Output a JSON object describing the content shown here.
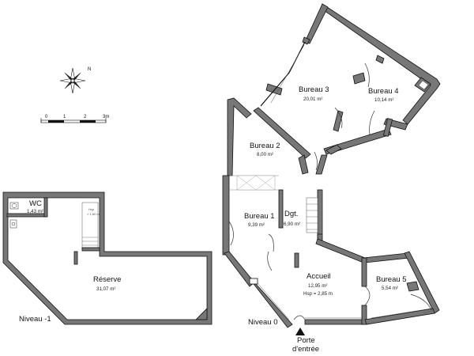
{
  "compass": {
    "north_letter": "N"
  },
  "scale_bar": {
    "ticks": [
      "0",
      "1",
      "2",
      "3m"
    ]
  },
  "levels": {
    "basement": "Niveau -1",
    "ground": "Niveau 0"
  },
  "rooms": {
    "wc": {
      "name": "WC",
      "area": "1,43 m²"
    },
    "reserve": {
      "name": "Réserve",
      "area": "31,07 m²"
    },
    "bureau1": {
      "name": "Bureau 1",
      "area": "9,39 m²"
    },
    "bureau2": {
      "name": "Bureau 2",
      "area": "8,00 m²"
    },
    "bureau3": {
      "name": "Bureau 3",
      "area": "20,01 m²"
    },
    "bureau4": {
      "name": "Bureau 4",
      "area": "10,14 m²"
    },
    "bureau5": {
      "name": "Bureau 5",
      "area": "5,54 m²"
    },
    "dgt": {
      "name": "Dgt.",
      "area": "6,90 m²"
    },
    "accueil": {
      "name": "Accueil",
      "area": "12,95 m²",
      "height": "Hsp = 2,85 m"
    }
  },
  "stair_note": {
    "label": "Hsp",
    "value": "< 1,80 m"
  },
  "entrance": {
    "line1": "Porte",
    "line2": "d'entrée"
  }
}
